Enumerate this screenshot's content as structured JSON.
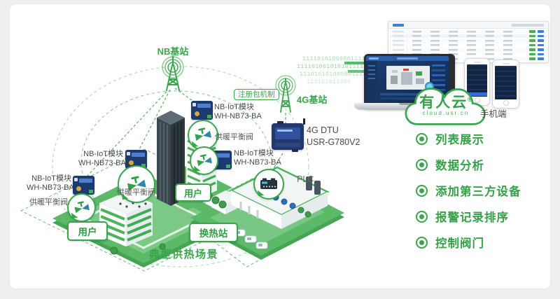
{
  "labels": {
    "nb_station": "NB基站",
    "register_packet": "注册包机制",
    "g4_station": "4G基站",
    "dtu_line1": "4G DTU",
    "dtu_line2": "USR-G780V2",
    "plc": "PLC",
    "module_line1": "NB-IoT模块",
    "module_line2": "WH-NB73-BA",
    "valve": "供暖平衡阀",
    "user": "用户",
    "exchange_station": "换热站",
    "scene_title": "典型供热场景",
    "mobile": "手机端"
  },
  "binary_stream": {
    "row1": "11110101000001111101011",
    "row2": "111101001010101111101011",
    "row3": "11101010100000111110101",
    "row4": "111101011000"
  },
  "cloud": {
    "name": "有人云",
    "reg": "®",
    "domain": "cloud.usr.cn"
  },
  "features": [
    {
      "label": "列表展示"
    },
    {
      "label": "数据分析"
    },
    {
      "label": "添加第三方设备"
    },
    {
      "label": "报警记录排序"
    },
    {
      "label": "控制阀门"
    }
  ],
  "colors": {
    "brand_green": "#3aa54c",
    "module_navy": "#1d3a70",
    "label_gray": "#4a4a4a"
  }
}
